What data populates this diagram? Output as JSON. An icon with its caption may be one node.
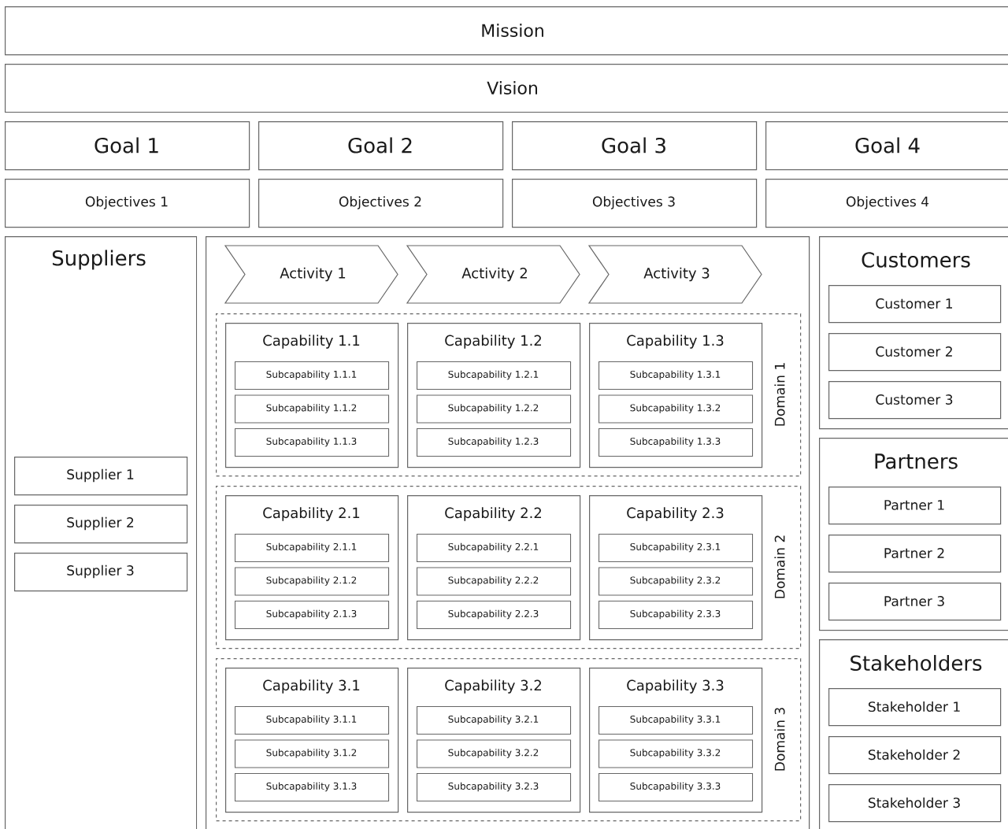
{
  "diagram": {
    "nodes": [
      {
        "text": [
          "Mission"
        ]
      },
      {
        "text": [
          "Vision"
        ]
      },
      {
        "text": [
          "Goal 1"
        ]
      },
      {
        "text": [
          "Goal 2"
        ]
      },
      {
        "text": [
          "Goal 3"
        ]
      },
      {
        "text": [
          "Goal 4"
        ]
      },
      {
        "text": [
          "Objectives 1"
        ]
      },
      {
        "text": [
          "Objectives 2"
        ]
      },
      {
        "text": [
          "Objectives 3"
        ]
      },
      {
        "text": [
          "Objectives 4"
        ]
      },
      {
        "text": [
          "Suppliers"
        ]
      },
      {
        "text": [
          "Supplier 1"
        ],
        "in": 10
      },
      {
        "text": [
          "Supplier 2"
        ],
        "in": 10
      },
      {
        "text": [
          "Supplier 3"
        ],
        "in": 10
      },
      {
        "text": [],
        "shape": "box"
      },
      {
        "text": [
          "Activity 1"
        ],
        "in": 14
      },
      {
        "text": [
          "Activity 2"
        ],
        "in": 14
      },
      {
        "text": [
          "Activity 3"
        ],
        "in": 14
      },
      {
        "text": [
          "Domain 1"
        ],
        "in": 14
      },
      {
        "text": [
          "Capability 1.1"
        ],
        "in": 18
      },
      {
        "text": [
          "Subcapability 1.1.1"
        ],
        "in": 19
      },
      {
        "text": [
          "Subcapability 1.1.2"
        ],
        "in": 19
      },
      {
        "text": [
          "Subcapability 1.1.3"
        ],
        "in": 19
      },
      {
        "text": [
          "Capability 1.2"
        ],
        "in": 18
      },
      {
        "text": [
          "Subcapability 1.2.1"
        ],
        "in": 23
      },
      {
        "text": [
          "Subcapability 1.2.2"
        ],
        "in": 23
      },
      {
        "text": [
          "Subcapability 1.2.3"
        ],
        "in": 23
      },
      {
        "text": [
          "Capability 1.3"
        ],
        "in": 18
      },
      {
        "text": [
          "Subcapability 1.3.1"
        ],
        "in": 27
      },
      {
        "text": [
          "Subcapability 1.3.2"
        ],
        "in": 27
      },
      {
        "text": [
          "Subcapability 1.3.3"
        ],
        "in": 27
      },
      {
        "text": [
          "Domain 2"
        ],
        "in": 14
      },
      {
        "text": [
          "Capability 2.1"
        ],
        "in": 31
      },
      {
        "text": [
          "Subcapability 2.1.1"
        ],
        "in": 32
      },
      {
        "text": [
          "Subcapability 2.1.2"
        ],
        "in": 32
      },
      {
        "text": [
          "Subcapability 2.1.3"
        ],
        "in": 32
      },
      {
        "text": [
          "Capability 2.2"
        ],
        "in": 31
      },
      {
        "text": [
          "Subcapability 2.2.1"
        ],
        "in": 36
      },
      {
        "text": [
          "Subcapability 2.2.2"
        ],
        "in": 36
      },
      {
        "text": [
          "Subcapability 2.2.3"
        ],
        "in": 36
      },
      {
        "text": [
          "Capability 2.3"
        ],
        "in": 31
      },
      {
        "text": [
          "Subcapability 2.3.1"
        ],
        "in": 40
      },
      {
        "text": [
          "Subcapability 2.3.2"
        ],
        "in": 40
      },
      {
        "text": [
          "Subcapability 2.3.3"
        ],
        "in": 40
      },
      {
        "text": [
          "Domain 3"
        ],
        "in": 14
      },
      {
        "text": [
          "Capability 3.1"
        ],
        "in": 44
      },
      {
        "text": [
          "Subcapability 3.1.1"
        ],
        "in": 45
      },
      {
        "text": [
          "Subcapability 3.1.2"
        ],
        "in": 45
      },
      {
        "text": [
          "Subcapability 3.1.3"
        ],
        "in": 45
      },
      {
        "text": [
          "Capability 3.2"
        ],
        "in": 44
      },
      {
        "text": [
          "Subcapability 3.2.1"
        ],
        "in": 49
      },
      {
        "text": [
          "Subcapability 3.2.2"
        ],
        "in": 49
      },
      {
        "text": [
          "Subcapability 3.2.3"
        ],
        "in": 49
      },
      {
        "text": [
          "Capability 3.3"
        ],
        "in": 44
      },
      {
        "text": [
          "Subcapability 3.3.1"
        ],
        "in": 53
      },
      {
        "text": [
          "Subcapability 3.3.2"
        ],
        "in": 53
      },
      {
        "text": [
          "Subcapability 3.3.3"
        ],
        "in": 53
      },
      {
        "text": [
          "Customers"
        ]
      },
      {
        "text": [
          "Customer 1"
        ],
        "in": 57
      },
      {
        "text": [
          "Customer 2"
        ],
        "in": 57
      },
      {
        "text": [
          "Customer 3"
        ],
        "in": 57
      },
      {
        "text": [
          "Partners"
        ]
      },
      {
        "text": [
          "Partner 1"
        ],
        "in": 61
      },
      {
        "text": [
          "Partner 2"
        ],
        "in": 61
      },
      {
        "text": [
          "Partner 3"
        ],
        "in": 61
      },
      {
        "text": [
          "Stakeholders"
        ]
      },
      {
        "text": [
          "Stakeholder 1"
        ],
        "in": 65
      },
      {
        "text": [
          "Stakeholder 2"
        ],
        "in": 65
      },
      {
        "text": [
          "Stakeholder 3"
        ],
        "in": 65
      }
    ]
  }
}
